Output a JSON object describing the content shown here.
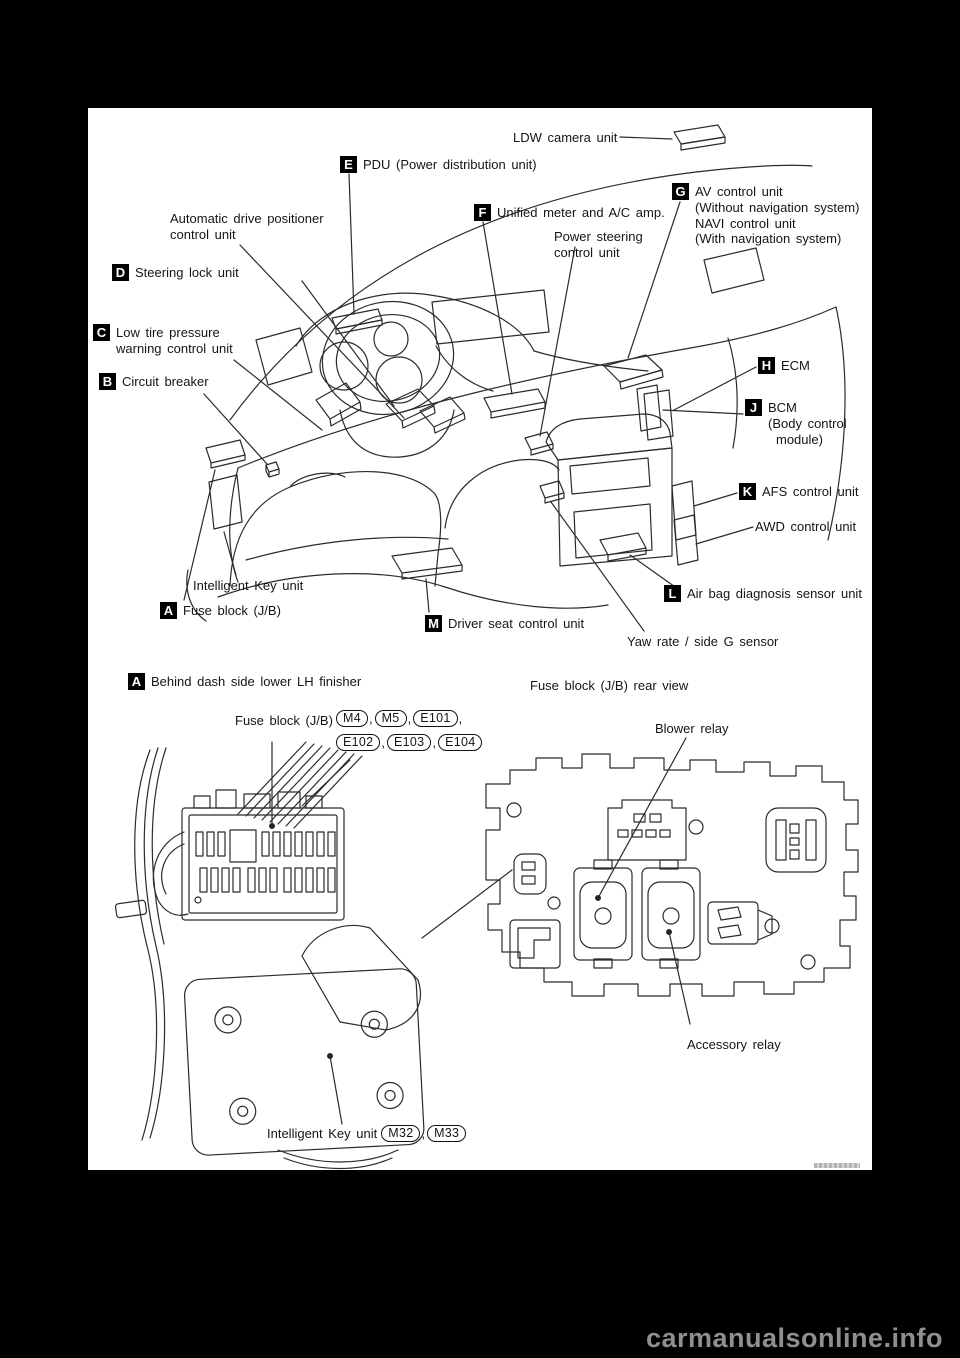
{
  "comma": ",",
  "watermark": "carmanualsonline.info",
  "overview": {
    "ldw_camera": "LDW camera unit",
    "pdu": {
      "badge": "E",
      "label": "PDU (Power distribution unit)"
    },
    "unified_meter": {
      "badge": "F",
      "label": "Unified meter and A/C amp."
    },
    "av_navi": {
      "badge": "G",
      "line1": "AV control unit",
      "line2": "(Without navigation system)",
      "line3": "NAVI control unit",
      "line4": "(With navigation system)"
    },
    "adp": {
      "line1": "Automatic drive positioner",
      "line2": "control unit"
    },
    "power_steering": {
      "line1": "Power steering",
      "line2": "control unit"
    },
    "steering_lock": {
      "badge": "D",
      "label": "Steering lock unit"
    },
    "low_tire": {
      "badge": "C",
      "line1": "Low tire pressure",
      "line2": "warning control unit"
    },
    "circuit_breaker": {
      "badge": "B",
      "label": "Circuit breaker"
    },
    "ecm": {
      "badge": "H",
      "label": "ECM"
    },
    "bcm": {
      "badge": "J",
      "line1": "BCM",
      "line2": "(Body control",
      "line3": "module)"
    },
    "afs": {
      "badge": "K",
      "label": "AFS control unit"
    },
    "awd": {
      "label": "AWD control unit"
    },
    "airbag": {
      "badge": "L",
      "label": "Air bag diagnosis sensor unit"
    },
    "intelligent_key": {
      "label": "Intelligent Key unit"
    },
    "fuse_block": {
      "badge": "A",
      "label": "Fuse block (J/B)"
    },
    "driver_seat": {
      "badge": "M",
      "label": "Driver seat control unit"
    },
    "yaw_rate": {
      "label": "Yaw rate / side G sensor"
    }
  },
  "detail_left": {
    "badge": "A",
    "title": "Behind dash side lower LH finisher",
    "fuse_block_label": "Fuse block (J/B)",
    "row1": [
      "M4",
      "M5",
      "E101"
    ],
    "row2": [
      "E102",
      "E103",
      "E104"
    ],
    "ik_label": "Intelligent Key unit",
    "ik_connectors": [
      "M32",
      "M33"
    ]
  },
  "detail_right": {
    "title": "Fuse block (J/B) rear view",
    "blower": "Blower relay",
    "accessory": "Accessory relay"
  }
}
